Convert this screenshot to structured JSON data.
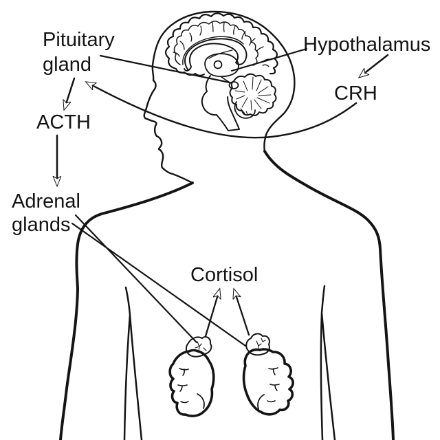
{
  "labels": {
    "pituitary_gland": {
      "line1": "Pituitary",
      "line2": "gland"
    },
    "hypothalamus": {
      "text": "Hypothalamus"
    },
    "crh": {
      "text": "CRH"
    },
    "acth": {
      "text": "ACTH"
    },
    "adrenal_glands": {
      "line1": "Adrenal",
      "line2": "glands"
    },
    "cortisol": {
      "text": "Cortisol"
    }
  },
  "colors": {
    "ink": "#141414",
    "paper": "#ffffff"
  },
  "connections": [
    {
      "from": "Hypothalamus",
      "to": "CRH",
      "type": "arrow"
    },
    {
      "from": "CRH",
      "to": "Pituitary gland",
      "type": "curved-arrow"
    },
    {
      "from": "Pituitary gland",
      "to": "ACTH",
      "type": "arrow"
    },
    {
      "from": "ACTH",
      "to": "Adrenal glands",
      "type": "arrow"
    },
    {
      "from": "Adrenal glands",
      "to": "adrenal glands on kidneys",
      "type": "pointer-lines"
    },
    {
      "from": "adrenal glands on kidneys",
      "to": "Cortisol",
      "type": "arrows"
    },
    {
      "from": "Pituitary gland",
      "to": "pituitary in brain",
      "type": "pointer-line"
    },
    {
      "from": "Hypothalamus",
      "to": "hypothalamus in brain",
      "type": "pointer-line"
    }
  ]
}
